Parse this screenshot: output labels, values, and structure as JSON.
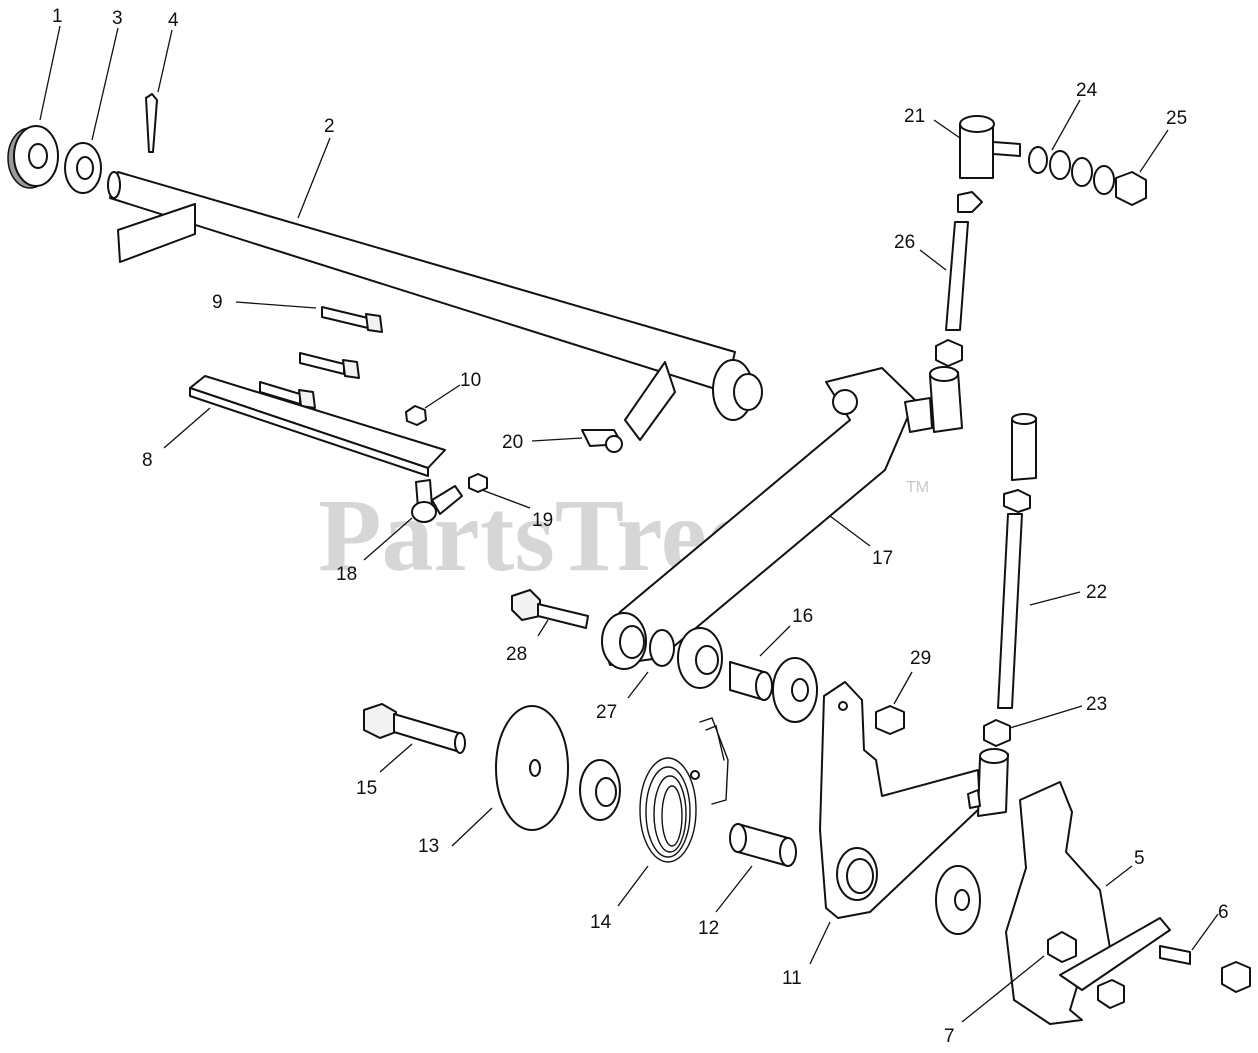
{
  "watermark": {
    "text": "PartsTree",
    "trademark": "TM"
  },
  "callouts": {
    "c1": "1",
    "c2": "2",
    "c3": "3",
    "c4": "4",
    "c5": "5",
    "c6": "6",
    "c7": "7",
    "c8": "8",
    "c9": "9",
    "c10": "10",
    "c11": "11",
    "c12": "12",
    "c13": "13",
    "c14": "14",
    "c15": "15",
    "c16": "16",
    "c17": "17",
    "c18": "18",
    "c19": "19",
    "c20": "20",
    "c21": "21",
    "c22": "22",
    "c23": "23",
    "c24": "24",
    "c25": "25",
    "c26": "26",
    "c27": "27",
    "c28": "28",
    "c29": "29"
  }
}
